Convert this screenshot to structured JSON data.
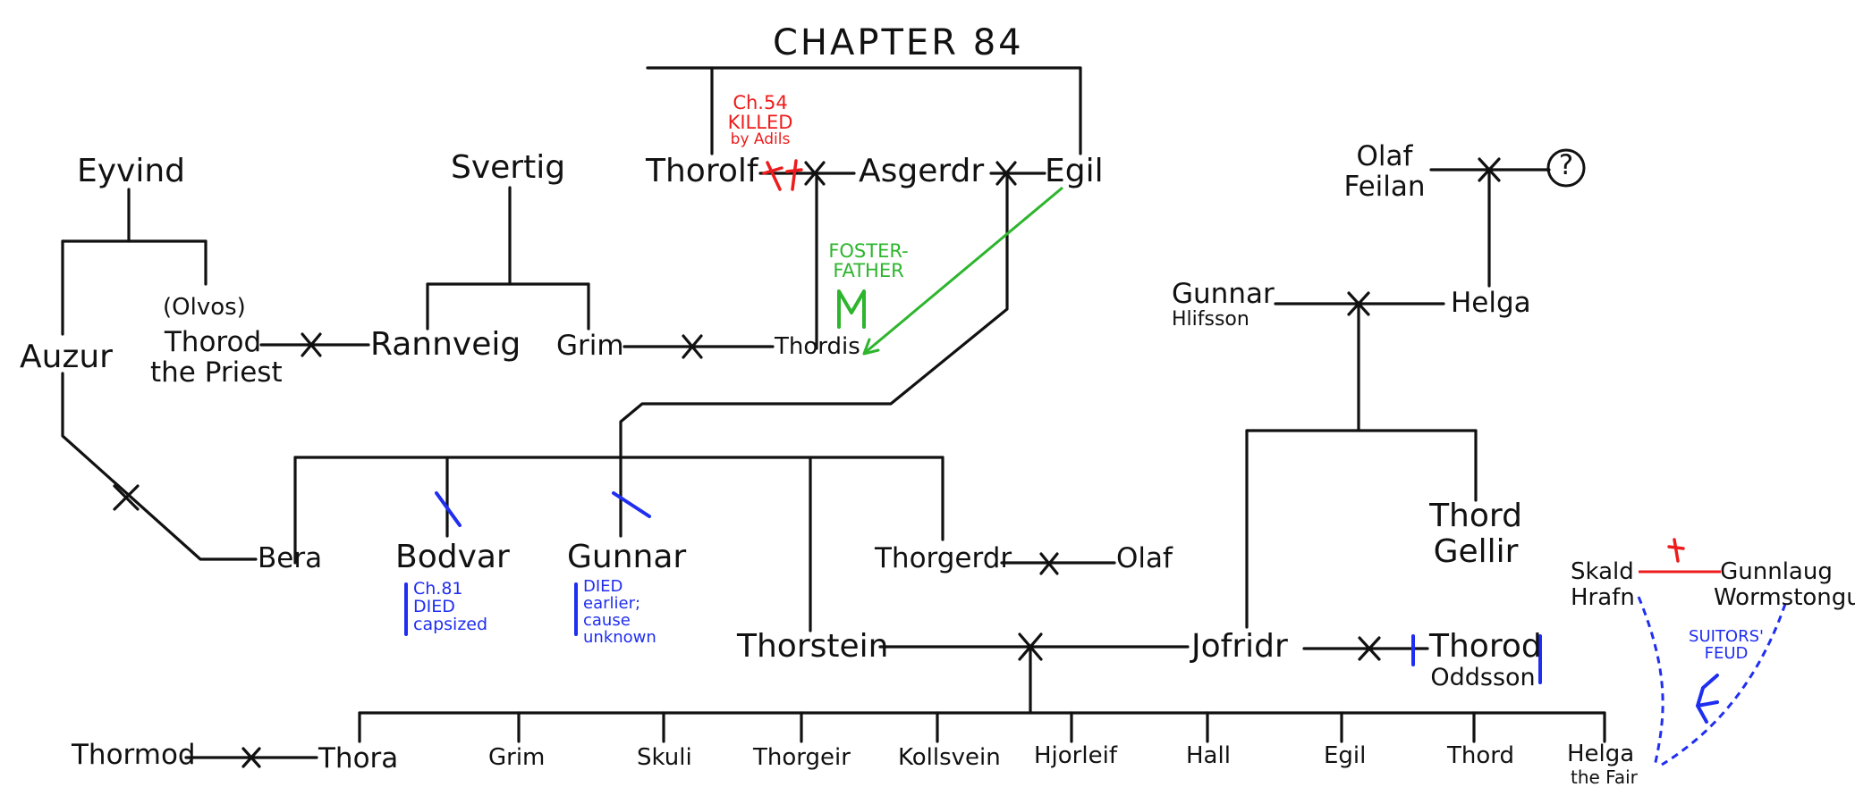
{
  "title": "CHAPTER 84",
  "people": {
    "thorolf": "Thorolf",
    "asgerdr": "Asgerdr",
    "egil": "Egil",
    "olaf_feilan": [
      "Olaf",
      "Feilan"
    ],
    "unknown": "?",
    "eyvind": "Eyvind",
    "svertig": "Svertig",
    "olvos": "(Olvos)",
    "thorod_priest": [
      "Thorod",
      "the Priest"
    ],
    "rannveig": "Rannveig",
    "grim": "Grim",
    "thordis": "Thordis",
    "auzur": "Auzur",
    "gunnar_hlifsson": [
      "Gunnar",
      "Hlifsson"
    ],
    "helga": "Helga",
    "bera": "Bera",
    "bodvar": "Bodvar",
    "gunnar": "Gunnar",
    "thorgerdr": "Thorgerdr",
    "olaf": "Olaf",
    "thord_gellir": [
      "Thord",
      "Gellir"
    ],
    "thorstein": "Thorstein",
    "jofridr": "Jofridr",
    "thorod_oddsson": [
      "Thorod",
      "Oddsson"
    ],
    "skald_hrafn": [
      "Skald",
      "Hrafn"
    ],
    "gunnlaug": [
      "Gunnlaug",
      "Wormstongue"
    ],
    "children": [
      "Thora",
      "Grim",
      "Skuli",
      "Thorgeir",
      "Kollsvein",
      "Hjorleif",
      "Hall",
      "Egil",
      "Thord"
    ],
    "helga_fair": [
      "Helga",
      "the Fair"
    ],
    "thormod": "Thormod"
  },
  "notes": {
    "thorolf_killed": [
      "Ch.54",
      "KILLED",
      "by Adils"
    ],
    "foster_father": [
      "FOSTER-",
      "FATHER"
    ],
    "bodvar_died": [
      "Ch.81",
      "DIED",
      "capsized"
    ],
    "gunnar_died": [
      "DIED",
      "earlier;",
      "cause",
      "unknown"
    ],
    "suitors_feud": [
      "SUITORS'",
      "FEUD"
    ]
  },
  "colors": {
    "ink": "#111111",
    "red": "#ee1c1c",
    "green": "#2db52d",
    "blue": "#1f2ef0"
  }
}
